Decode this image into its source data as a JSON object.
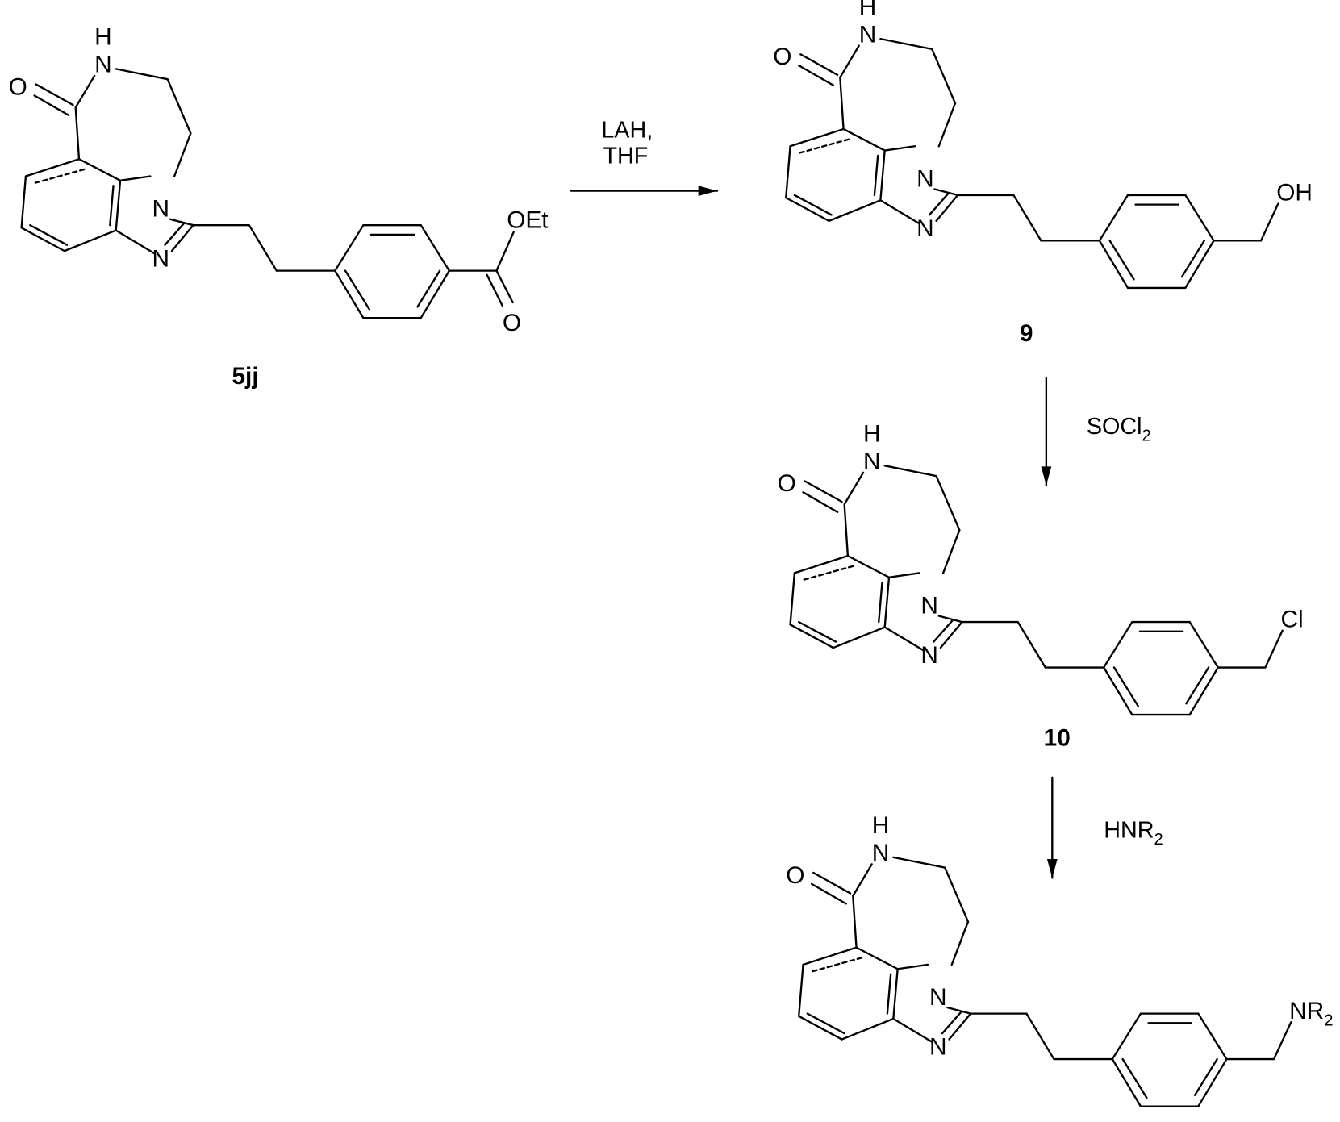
{
  "scheme": {
    "step1": {
      "reagent_line1": "LAH,",
      "reagent_line2": "THF"
    },
    "step2": {
      "reagent": "SOCl",
      "reagent_sub": "2"
    },
    "step3": {
      "reagent": "HNR",
      "reagent_sub": "2"
    }
  },
  "compounds": [
    {
      "id": "5jj",
      "substituent": "OEt",
      "carbonyl_oxygen": "O"
    },
    {
      "id": "9",
      "substituent": "OH"
    },
    {
      "id": "10",
      "substituent": "Cl"
    },
    {
      "id": "",
      "substituent": "NR",
      "substituent_sub": "2"
    }
  ],
  "atoms": {
    "H": "H",
    "N": "N",
    "O": "O"
  }
}
